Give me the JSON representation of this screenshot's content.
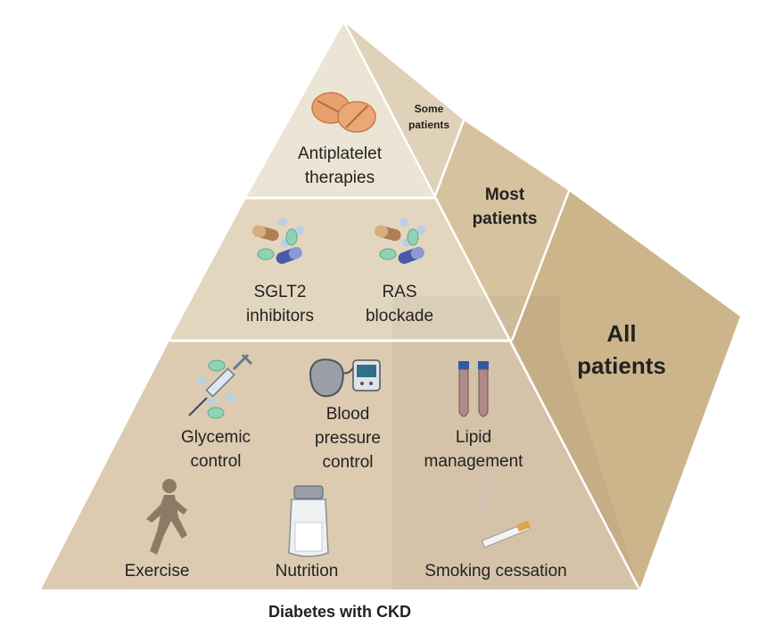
{
  "colors": {
    "tier_top": "#ece4d4",
    "tier_middle": "#e3d6bf",
    "tier_bottom": "#dccbb0",
    "side_some": "#e0d2b9",
    "side_most": "#d6c29f",
    "side_all": "#cdb58b",
    "divider": "#ffffff"
  },
  "pyramid": {
    "top_tier": {
      "label_line1": "Antiplatelet",
      "label_line2": "therapies"
    },
    "middle_tier": {
      "sglt2_line1": "SGLT2",
      "sglt2_line2": "inhibitors",
      "ras_line1": "RAS",
      "ras_line2": "blockade"
    },
    "bottom_tier": {
      "glycemic_line1": "Glycemic",
      "glycemic_line2": "control",
      "bp_line1": "Blood",
      "bp_line2": "pressure",
      "bp_line3": "control",
      "lipid_line1": "Lipid",
      "lipid_line2": "management",
      "exercise": "Exercise",
      "nutrition": "Nutrition",
      "smoking": "Smoking cessation"
    }
  },
  "side_labels": {
    "some_line1": "Some",
    "some_line2": "patients",
    "most_line1": "Most",
    "most_line2": "patients",
    "all_line1": "All",
    "all_line2": "patients"
  },
  "caption": "Diabetes with CKD",
  "icons": [
    "tablets-icon",
    "pills-icon",
    "insulin-syringe-icon",
    "blood-pressure-monitor-icon",
    "blood-tubes-icon",
    "running-person-icon",
    "salt-shaker-icon",
    "cigarette-icon"
  ]
}
